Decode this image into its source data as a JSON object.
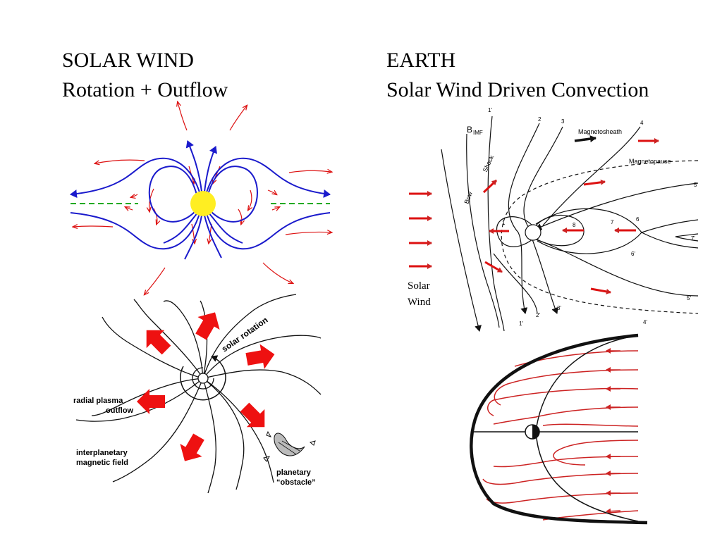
{
  "slide": {
    "left_title": "SOLAR WIND",
    "left_subtitle": "Rotation + Outflow",
    "right_title": "EARTH",
    "right_subtitle": "Solar Wind Driven Convection"
  },
  "spiral_diagram": {
    "label_rotation": "solar rotation",
    "label_radial_1": "radial plasma",
    "label_radial_2": "outflow",
    "label_imf_1": "interplanetary",
    "label_imf_2": "magnetic field",
    "label_obstacle_1": "planetary",
    "label_obstacle_2": "“obstacle”"
  },
  "magnetosphere_diagram": {
    "label_bimf": "B",
    "label_bimf_sub": "IMF",
    "label_bow": "Bow",
    "label_shock": "Shock",
    "label_magnetosheath": "Magnetosheath",
    "label_magnetopause": "Magnetopause",
    "label_solar": "Solar",
    "label_wind": "Wind",
    "line_labels": [
      "1'",
      "2",
      "3",
      "4",
      "5",
      "6",
      "7",
      "8",
      "1",
      "5'",
      "6'",
      "7'",
      "4'",
      "3'",
      "2'",
      "1'"
    ]
  },
  "colors": {
    "field_blue": "#1a1acc",
    "flow_red": "#dd1111",
    "sun_yellow": "#ffee22",
    "current_green": "#22aa22",
    "convection_red": "#cc2222"
  }
}
